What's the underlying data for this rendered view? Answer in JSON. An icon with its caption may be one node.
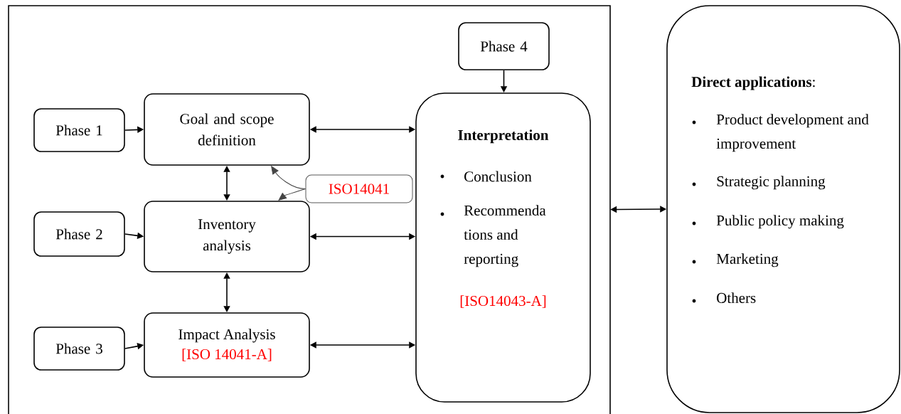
{
  "diagram": {
    "nodes": [
      {
        "text": [],
        "shape": "box"
      },
      {
        "text": [
          "Phase 4"
        ],
        "in": 0
      },
      {
        "text": [
          "Phase 1"
        ],
        "in": 0
      },
      {
        "text": [
          "Goal and scope definition"
        ],
        "in": 0
      },
      {
        "text": [
          "Interpretation",
          "Conclusion",
          "Recommenda tions and reporting",
          "[ISO14043-A]"
        ],
        "in": 0
      },
      {
        "text": [
          "ISO14041"
        ],
        "in": 0
      },
      {
        "text": [
          "Phase 2"
        ],
        "in": 0
      },
      {
        "text": [
          "Inventory analysis"
        ],
        "in": 0
      },
      {
        "text": [
          "Phase 3"
        ],
        "in": 0
      },
      {
        "text": [
          "Impact Analysis",
          "[ISO 14041-A]"
        ],
        "in": 0
      },
      {
        "text": [
          "**Direct applications**:",
          "Product development and improvement",
          "Strategic planning",
          "Public policy making",
          "Marketing",
          "Others"
        ]
      }
    ],
    "edges": [
      {
        "from": 1,
        "to": 4,
        "arrow": "to"
      },
      {
        "from": 2,
        "to": 3,
        "arrow": "to"
      },
      {
        "from": 3,
        "to": 4,
        "arrow": "both"
      },
      {
        "from": 3,
        "to": 7,
        "arrow": "both"
      },
      {
        "from": 5,
        "to": 3,
        "arrow": "to",
        "color": "#444444"
      },
      {
        "from": 5,
        "to": 7,
        "arrow": "to",
        "color": "#444444"
      },
      {
        "from": 6,
        "to": 7,
        "arrow": "to"
      },
      {
        "from": 7,
        "to": 4,
        "arrow": "both"
      },
      {
        "from": 7,
        "to": 9,
        "arrow": "both"
      },
      {
        "from": 8,
        "to": 9,
        "arrow": "to"
      },
      {
        "from": 9,
        "to": 4,
        "arrow": "both"
      },
      {
        "from": 0,
        "to": 10,
        "arrow": "both"
      }
    ]
  }
}
